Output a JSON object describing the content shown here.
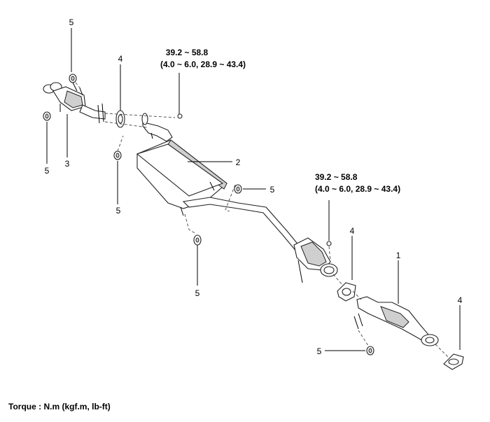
{
  "callouts": {
    "c1": "1",
    "c2": "2",
    "c3": "3",
    "c4a": "4",
    "c4b": "4",
    "c4c": "4",
    "c5a": "5",
    "c5b": "5",
    "c5c": "5",
    "c5d": "5",
    "c5e": "5",
    "c5f": "5"
  },
  "torque_top": {
    "line1": "39.2 ~ 58.8",
    "line2": "(4.0 ~ 6.0, 28.9 ~ 43.4)"
  },
  "torque_right": {
    "line1": "39.2 ~ 58.8",
    "line2": "(4.0 ~ 6.0, 28.9 ~ 43.4)"
  },
  "footer": "Torque : N.m (kgf.m, lb-ft)"
}
